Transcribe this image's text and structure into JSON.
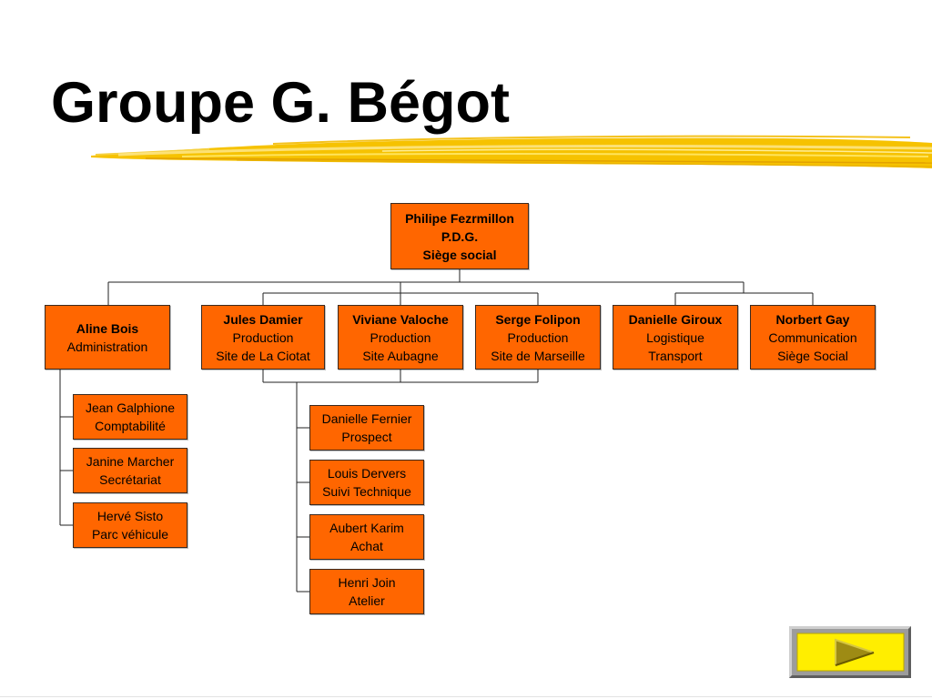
{
  "slide": {
    "title": "Groupe G. Bégot"
  },
  "org_chart": {
    "ceo": {
      "name": "Philipe Fezrmillon",
      "title": "P.D.G.",
      "location": "Siège social"
    },
    "managers": [
      {
        "name": "Aline Bois",
        "details": [
          "Administration"
        ]
      },
      {
        "name": "Jules Damier",
        "details": [
          "Production",
          "Site de La Ciotat"
        ]
      },
      {
        "name": "Viviane Valoche",
        "details": [
          "Production",
          "Site Aubagne"
        ]
      },
      {
        "name": "Serge Folipon",
        "details": [
          "Production",
          "Site de Marseille"
        ]
      },
      {
        "name": "Danielle Giroux",
        "details": [
          "Logistique",
          "Transport"
        ]
      },
      {
        "name": "Norbert Gay",
        "details": [
          "Communication",
          "Siège Social"
        ]
      }
    ],
    "administration_team": [
      {
        "name": "Jean Galphione",
        "role": "Comptabilité"
      },
      {
        "name": "Janine Marcher",
        "role": "Secrétariat"
      },
      {
        "name": "Hervé Sisto",
        "role": "Parc véhicule"
      }
    ],
    "production_team": [
      {
        "name": "Danielle Fernier",
        "role": "Prospect"
      },
      {
        "name": "Louis Dervers",
        "role": "Suivi Technique"
      },
      {
        "name": "Aubert Karim",
        "role": "Achat"
      },
      {
        "name": "Henri Join",
        "role": "Atelier"
      }
    ]
  },
  "navigation": {
    "next_icon": "play-icon"
  },
  "colors": {
    "box_fill": "#ff6600",
    "box_border": "#3a2a20",
    "connector": "#222222",
    "highlight": "#f6c200",
    "nav_button": "#ffee00",
    "nav_arrow": "#9e8b14"
  }
}
